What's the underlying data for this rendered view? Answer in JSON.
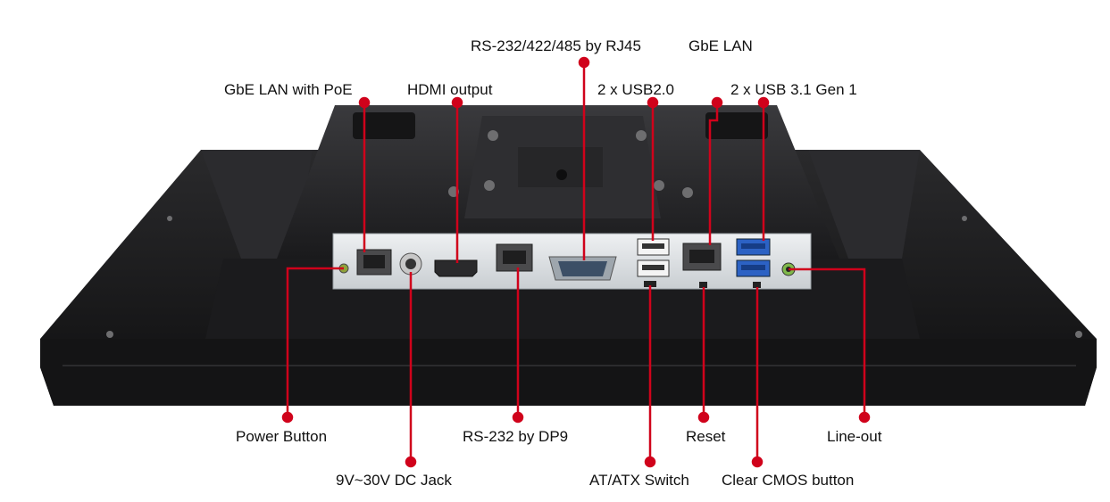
{
  "labels": {
    "top": {
      "rs_rj45": "RS-232/422/485 by RJ45",
      "gbe_lan": "GbE LAN",
      "gbe_lan_poe": "GbE LAN with PoE",
      "hdmi": "HDMI output",
      "usb2": "2 x USB2.0",
      "usb31": "2 x USB 3.1 Gen 1"
    },
    "bottom": {
      "power_button": "Power Button",
      "dc_jack": "9V~30V DC Jack",
      "rs232_dp9": "RS-232 by DP9",
      "atx_switch": "AT/ATX Switch",
      "reset": "Reset",
      "clear_cmos": "Clear CMOS button",
      "line_out": "Line-out"
    }
  },
  "colors": {
    "callout": "#d0021b",
    "chassis": "#1e1e20",
    "io_plate": "#dfe3e6"
  }
}
